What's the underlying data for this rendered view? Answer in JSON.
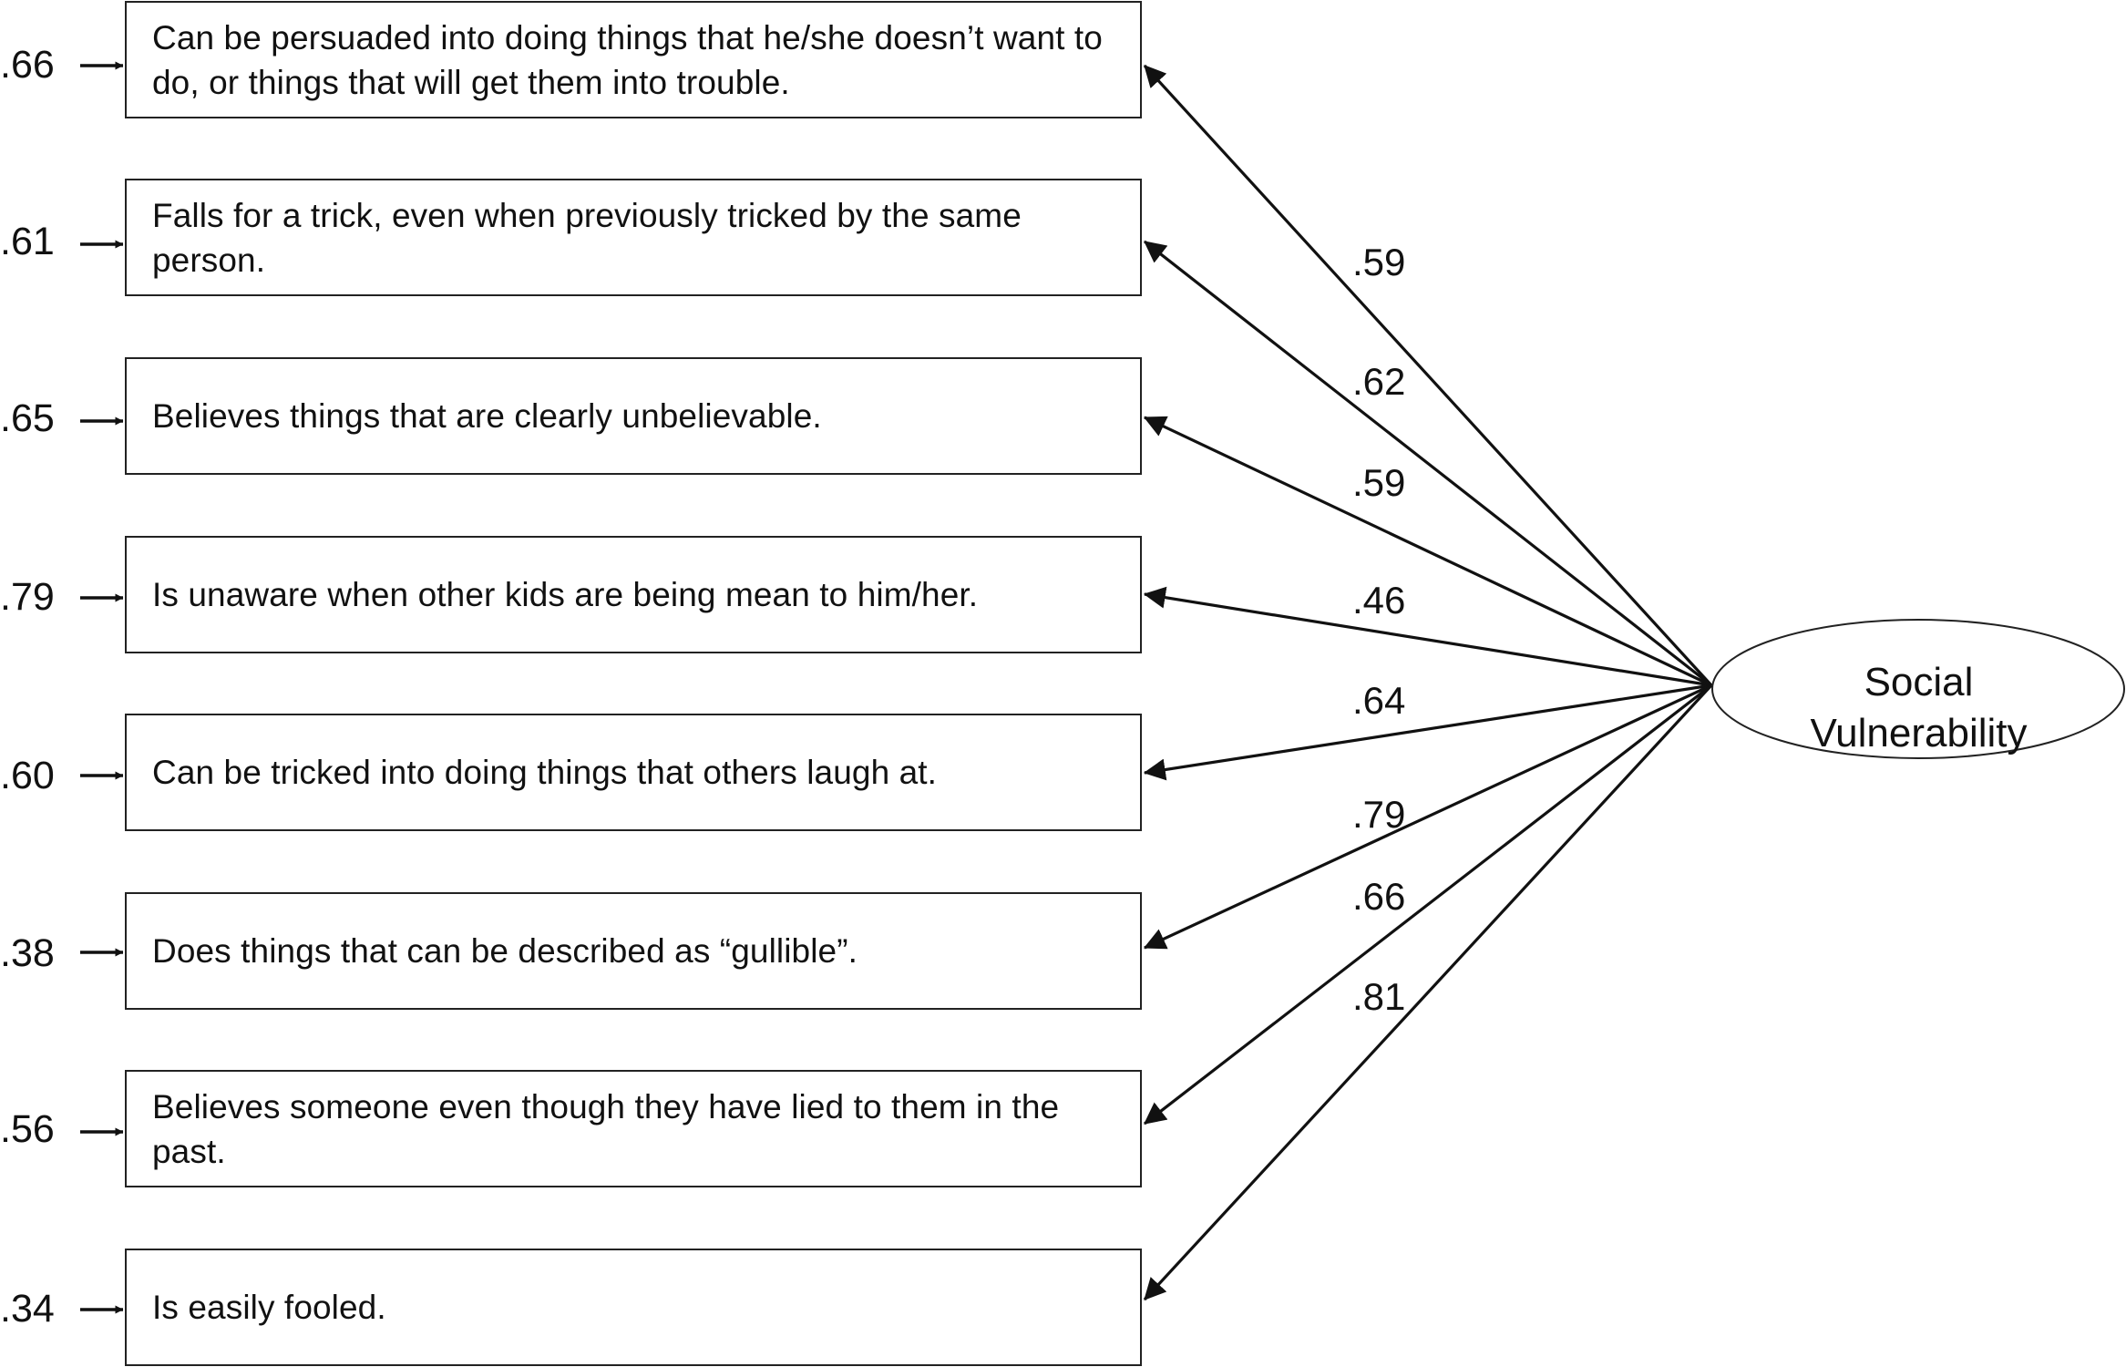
{
  "factor": {
    "label_line1": "Social",
    "label_line2": "Vulnerability"
  },
  "items": [
    {
      "text": "Can be persuaded into doing things that he/she doesn’t want to do, or things that will get them into trouble.",
      "error": ".66",
      "loading": ".59"
    },
    {
      "text": "Falls for a trick, even when previously tricked by the same person.",
      "error": ".61",
      "loading": ".62"
    },
    {
      "text": "Believes things that are clearly unbelievable.",
      "error": ".65",
      "loading": ".59"
    },
    {
      "text": "Is unaware when other kids are being mean to him/her.",
      "error": ".79",
      "loading": ".46"
    },
    {
      "text": "Can be tricked into doing things that others laugh at.",
      "error": ".60",
      "loading": ".64"
    },
    {
      "text": "Does things that can be described as “gullible”.",
      "error": ".38",
      "loading": ".79"
    },
    {
      "text": "Believes someone even though they have lied to them in the past.",
      "error": ".56",
      "loading": ".66"
    },
    {
      "text": "Is easily fooled.",
      "error": ".34",
      "loading": ".81"
    }
  ]
}
